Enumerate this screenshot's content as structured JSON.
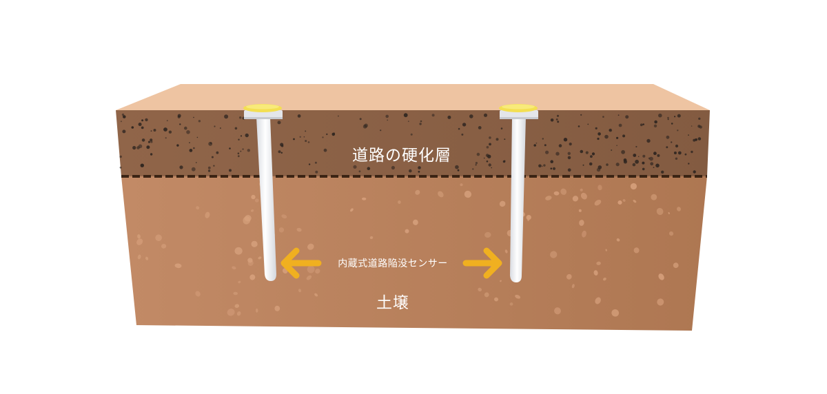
{
  "labels": {
    "hardened_layer": "道路の硬化層",
    "sensor": "内蔵式道路陥没センサー",
    "soil": "土壌"
  },
  "colors": {
    "top_face": "#eec4a2",
    "hardened_layer": "#8b6248",
    "soil": "#b17b5a",
    "boundary": "#3b2414",
    "sensor_cap": "#f3df52",
    "sensor_pipe": "#f4f5f7",
    "arrow": "#f0b020",
    "text": "#ffffff"
  }
}
